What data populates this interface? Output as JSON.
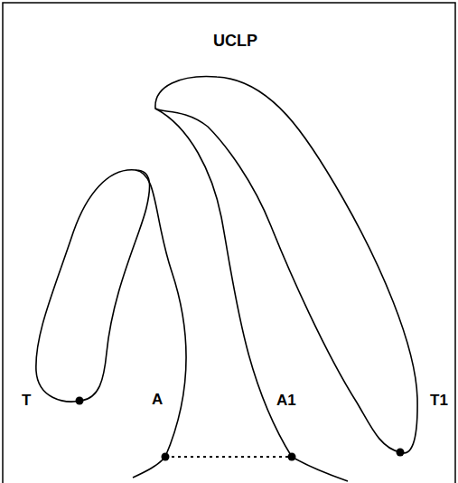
{
  "diagram": {
    "title": "UCLP",
    "labels": [
      "T",
      "A",
      "A1",
      "T1"
    ]
  }
}
